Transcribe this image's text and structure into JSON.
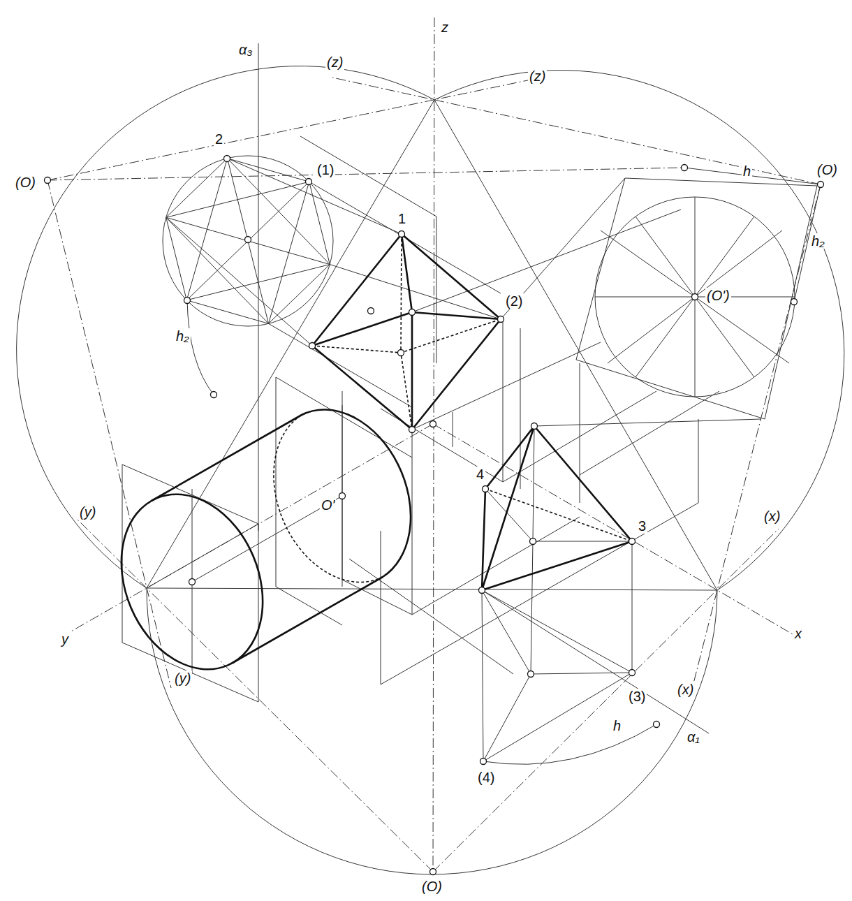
{
  "diagram": {
    "labels": [
      "z",
      "α₃",
      "(z)",
      "(z)",
      "2",
      "(1)",
      "h",
      "(O)",
      "(O)",
      "1",
      "h₂",
      "(2)",
      "(O')",
      "h₂",
      "4",
      "O'",
      "(y)",
      "(x)",
      "3",
      "y",
      "x",
      "(y)",
      "(x)",
      "(3)",
      "h",
      "α₁",
      "(4)",
      "(O)"
    ]
  }
}
